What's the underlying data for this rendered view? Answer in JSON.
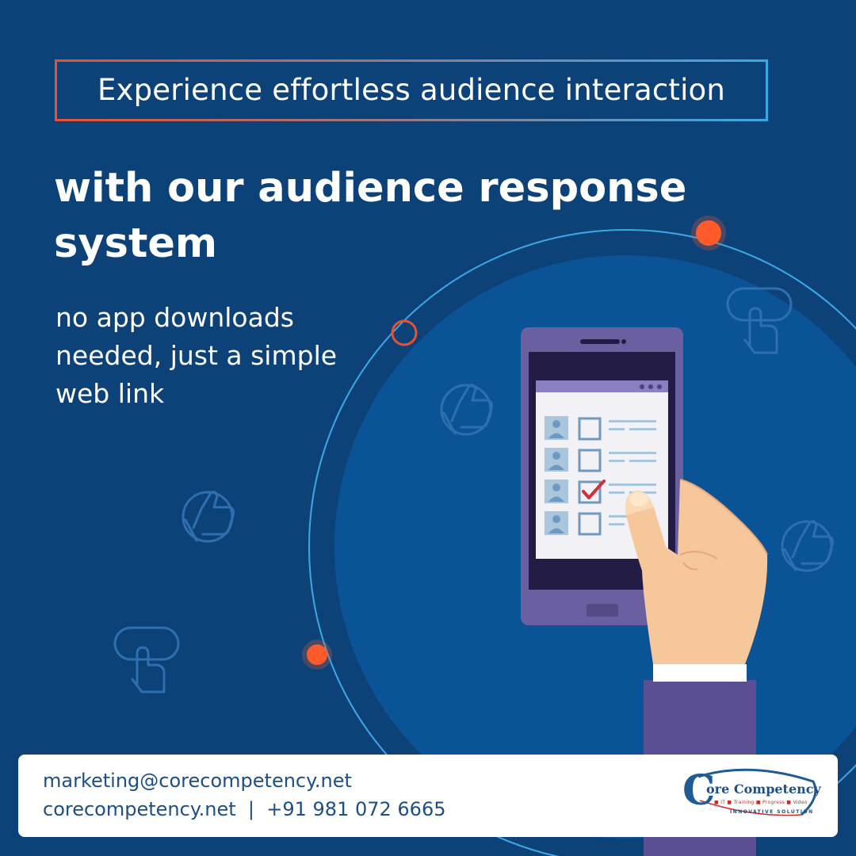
{
  "tagline": "Experience effortless audience interaction",
  "headline": "with our audience response system",
  "subline": "no app downloads needed, just a simple web link",
  "footer": {
    "email": "marketing@corecompetency.net",
    "website": "corecompetency.net",
    "separator": "|",
    "phone": "+91 981 072 6665"
  },
  "logo": {
    "initial": "C",
    "name": "ore Competency",
    "tags": "■ IT    ■ Training    ■ Progress    ■ Video",
    "tagline": "INNOVATIVE SOLUTION"
  },
  "colors": {
    "background": "#0d4278",
    "circle": "#0a5396",
    "accent_orange": "#ff5a2a",
    "accent_blue": "#3aa9e8",
    "phone_purple": "#6a5fa0",
    "check_red": "#d0303a"
  },
  "icons": [
    "thumbs-up-icon",
    "tap-button-icon",
    "checkbox-icon",
    "checkmark-icon",
    "avatar-icon"
  ]
}
